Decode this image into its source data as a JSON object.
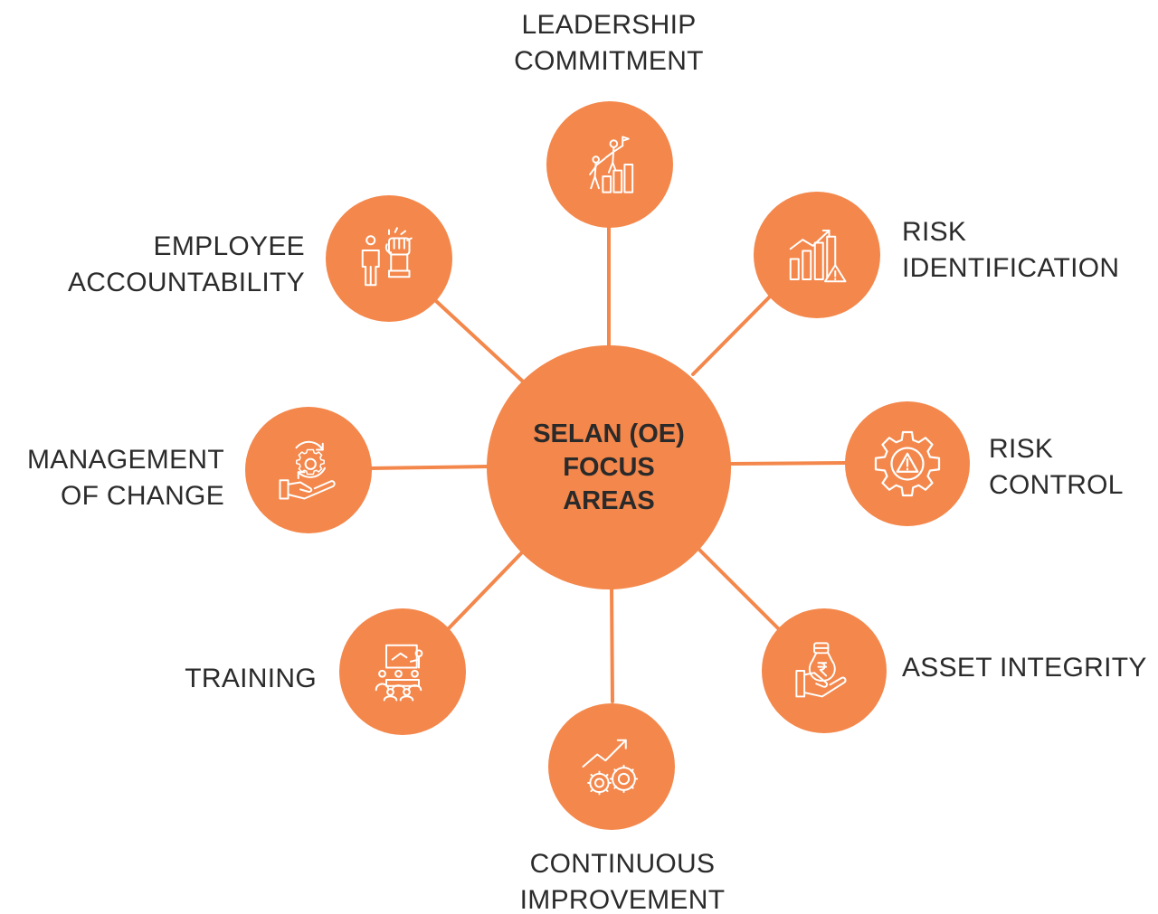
{
  "center": {
    "line1": "SELAN (OE)",
    "line2": "FOCUS",
    "line3": "AREAS"
  },
  "nodes": {
    "leadership": {
      "line1": "LEADERSHIP",
      "line2": "COMMITMENT",
      "icon": "team-climbing-growth-icon"
    },
    "risk_identification": {
      "line1": "RISK",
      "line2": "IDENTIFICATION",
      "icon": "bar-chart-warning-icon"
    },
    "risk_control": {
      "line1": "RISK",
      "line2": "CONTROL",
      "icon": "gear-warning-icon"
    },
    "asset_integrity": {
      "line1": "ASSET INTEGRITY",
      "icon": "hand-money-bag-icon"
    },
    "continuous_improvement": {
      "line1": "CONTINUOUS",
      "line2": "IMPROVEMENT",
      "icon": "gears-trend-arrow-icon"
    },
    "training": {
      "line1": "TRAINING",
      "icon": "presentation-board-icon"
    },
    "management_of_change": {
      "line1": "MANAGEMENT",
      "line2": "OF CHANGE",
      "icon": "hand-gear-icon"
    },
    "employee_accountability": {
      "line1": "EMPLOYEE",
      "line2": "ACCOUNTABILITY",
      "icon": "person-raised-fist-icon"
    }
  },
  "colors": {
    "node_fill": "#F4874B",
    "connector": "#F4874B",
    "icon_stroke": "#ffffff",
    "text": "#2b2b2b"
  }
}
